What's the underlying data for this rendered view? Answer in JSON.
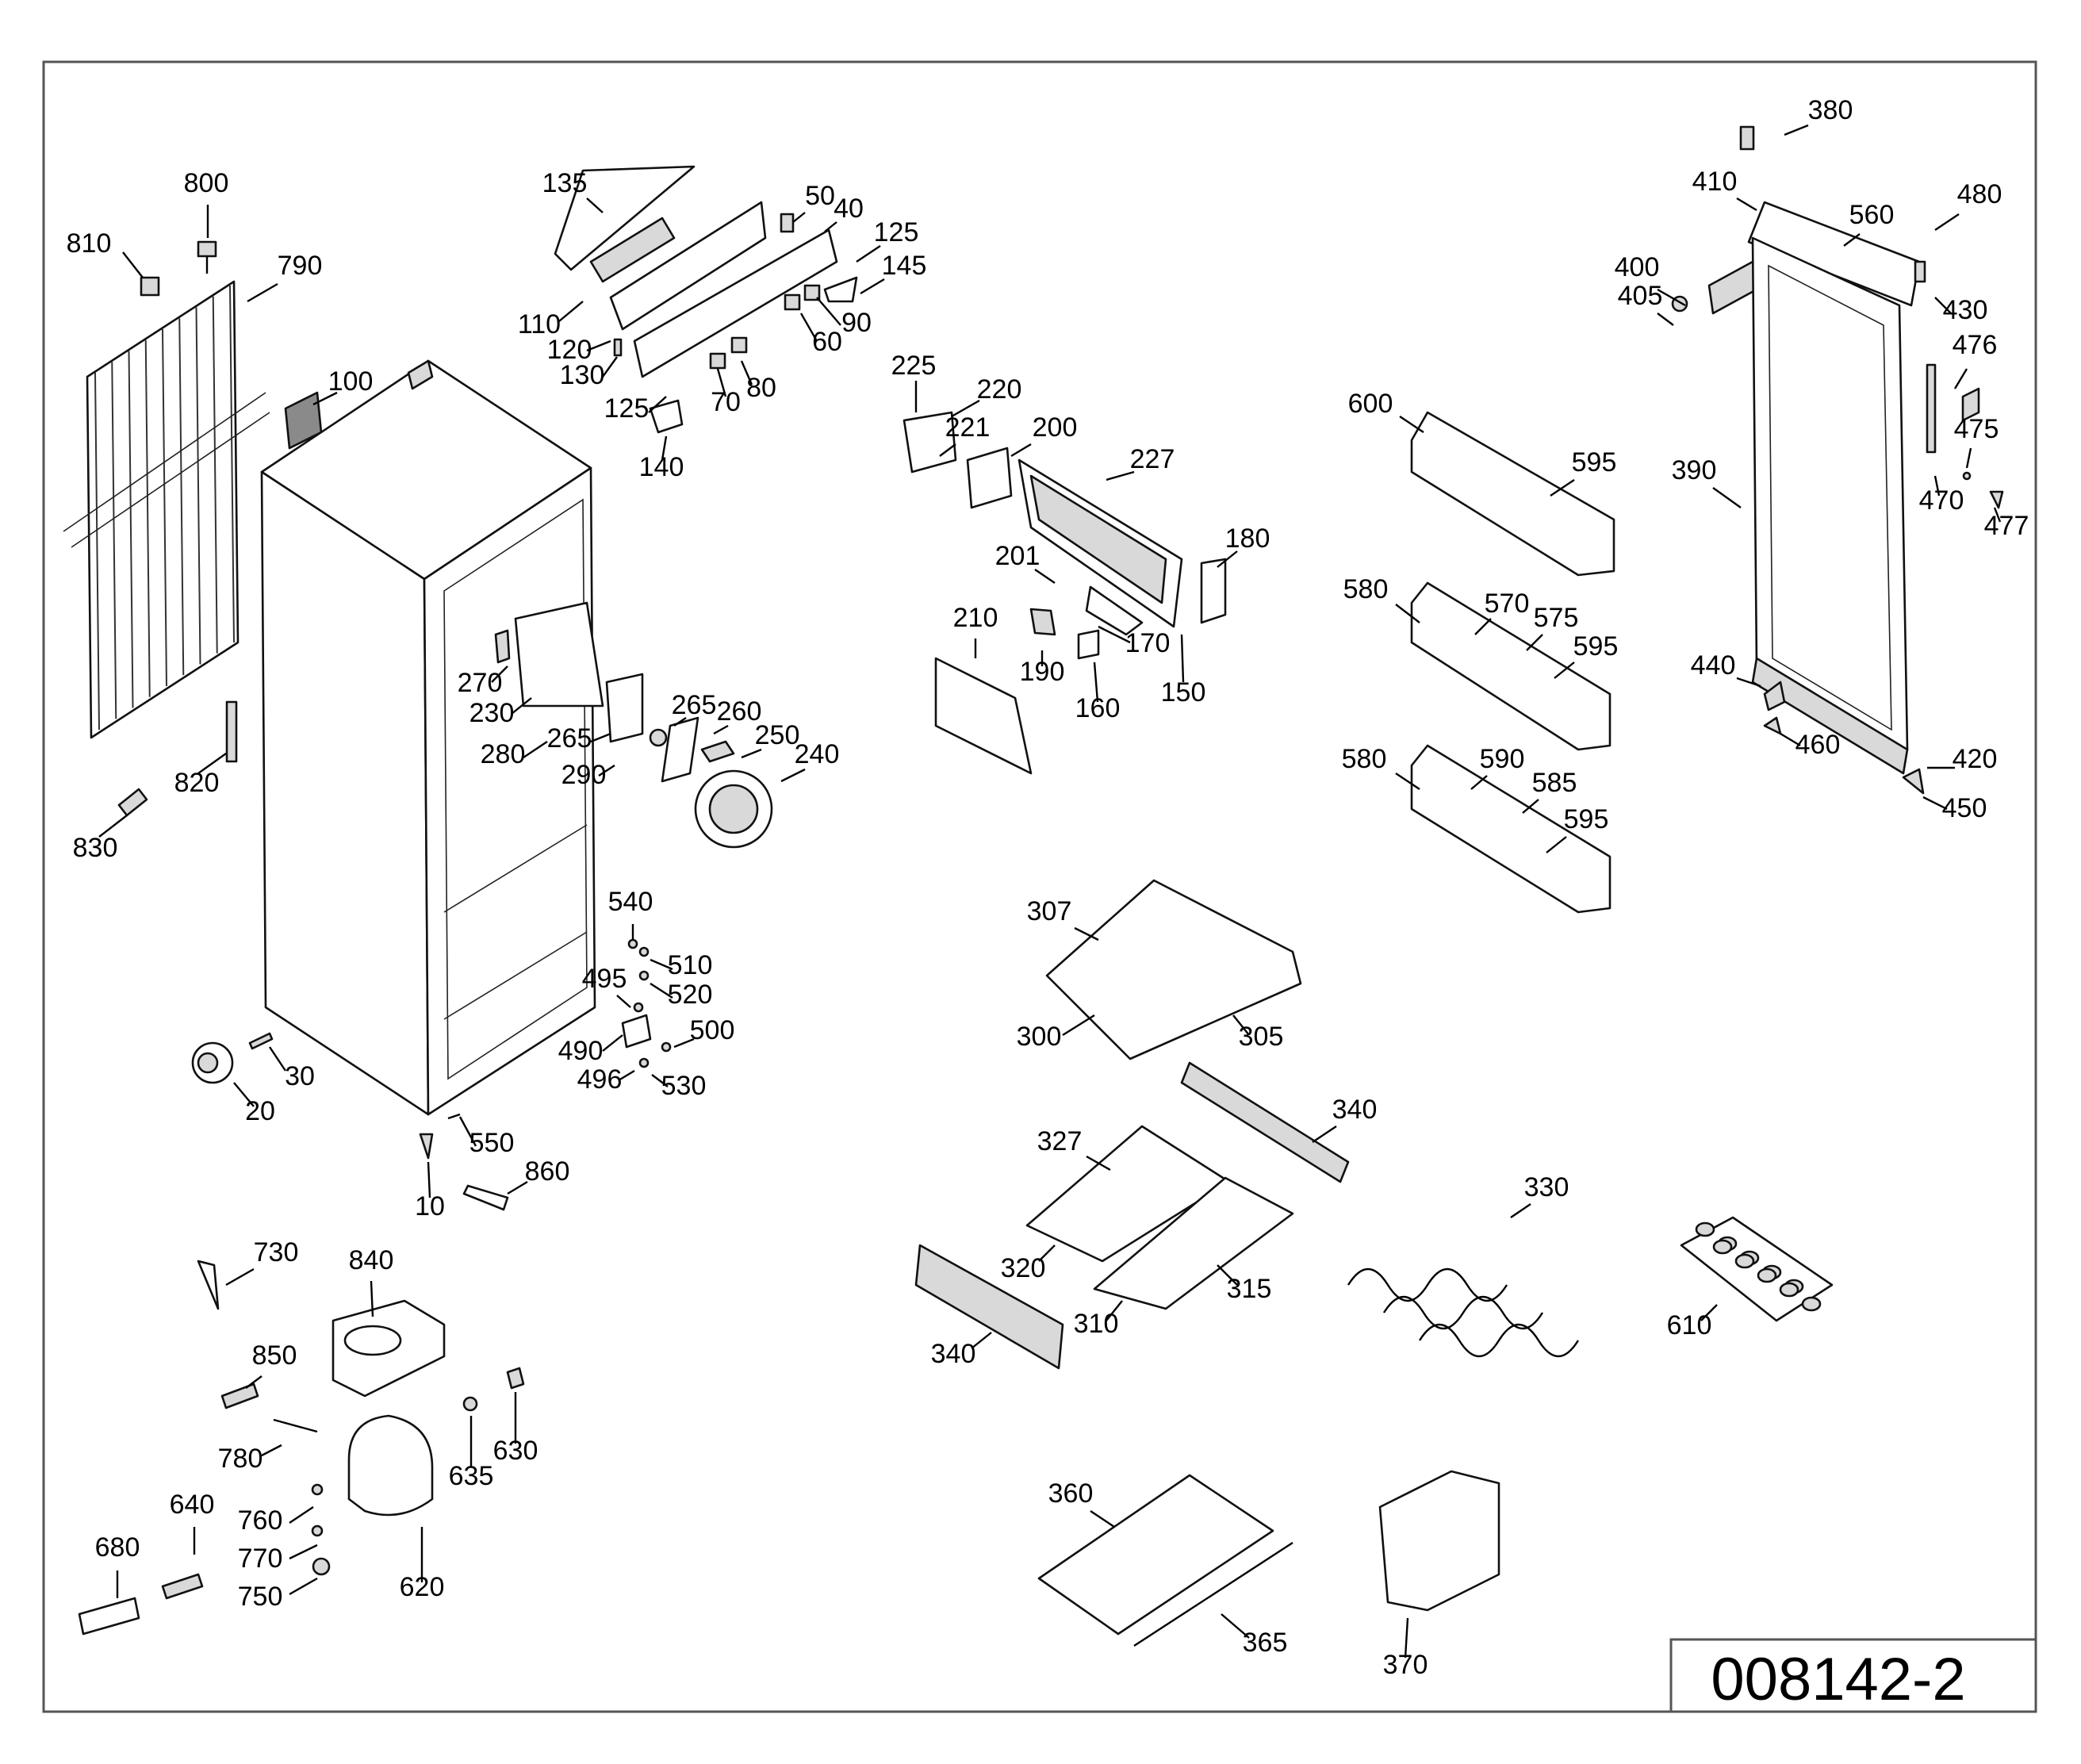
{
  "drawing_number": "008142-2",
  "parts": [
    {
      "id": "p800",
      "label": "800"
    },
    {
      "id": "p810",
      "label": "810"
    },
    {
      "id": "p790",
      "label": "790"
    },
    {
      "id": "p100",
      "label": "100"
    },
    {
      "id": "p820",
      "label": "820"
    },
    {
      "id": "p830",
      "label": "830"
    },
    {
      "id": "p135",
      "label": "135"
    },
    {
      "id": "p50",
      "label": "50"
    },
    {
      "id": "p40",
      "label": "40"
    },
    {
      "id": "p125a",
      "label": "125"
    },
    {
      "id": "p145",
      "label": "145"
    },
    {
      "id": "p110",
      "label": "110"
    },
    {
      "id": "p90",
      "label": "90"
    },
    {
      "id": "p120",
      "label": "120"
    },
    {
      "id": "p60",
      "label": "60"
    },
    {
      "id": "p130",
      "label": "130"
    },
    {
      "id": "p80",
      "label": "80"
    },
    {
      "id": "p70",
      "label": "70"
    },
    {
      "id": "p125b",
      "label": "125"
    },
    {
      "id": "p140",
      "label": "140"
    },
    {
      "id": "p225",
      "label": "225"
    },
    {
      "id": "p220",
      "label": "220"
    },
    {
      "id": "p221",
      "label": "221"
    },
    {
      "id": "p200",
      "label": "200"
    },
    {
      "id": "p227",
      "label": "227"
    },
    {
      "id": "p180",
      "label": "180"
    },
    {
      "id": "p201",
      "label": "201"
    },
    {
      "id": "p210",
      "label": "210"
    },
    {
      "id": "p170",
      "label": "170"
    },
    {
      "id": "p190",
      "label": "190"
    },
    {
      "id": "p150",
      "label": "150"
    },
    {
      "id": "p160",
      "label": "160"
    },
    {
      "id": "p270",
      "label": "270"
    },
    {
      "id": "p230",
      "label": "230"
    },
    {
      "id": "p265a",
      "label": "265"
    },
    {
      "id": "p260",
      "label": "260"
    },
    {
      "id": "p265b",
      "label": "265"
    },
    {
      "id": "p250",
      "label": "250"
    },
    {
      "id": "p280",
      "label": "280"
    },
    {
      "id": "p240",
      "label": "240"
    },
    {
      "id": "p290",
      "label": "290"
    },
    {
      "id": "p540",
      "label": "540"
    },
    {
      "id": "p510",
      "label": "510"
    },
    {
      "id": "p495",
      "label": "495"
    },
    {
      "id": "p520",
      "label": "520"
    },
    {
      "id": "p500",
      "label": "500"
    },
    {
      "id": "p490",
      "label": "490"
    },
    {
      "id": "p496",
      "label": "496"
    },
    {
      "id": "p530",
      "label": "530"
    },
    {
      "id": "p30",
      "label": "30"
    },
    {
      "id": "p20",
      "label": "20"
    },
    {
      "id": "p550",
      "label": "550"
    },
    {
      "id": "p860",
      "label": "860"
    },
    {
      "id": "p10",
      "label": "10"
    },
    {
      "id": "p730",
      "label": "730"
    },
    {
      "id": "p840",
      "label": "840"
    },
    {
      "id": "p850",
      "label": "850"
    },
    {
      "id": "p630",
      "label": "630"
    },
    {
      "id": "p780",
      "label": "780"
    },
    {
      "id": "p635",
      "label": "635"
    },
    {
      "id": "p640",
      "label": "640"
    },
    {
      "id": "p760",
      "label": "760"
    },
    {
      "id": "p680",
      "label": "680"
    },
    {
      "id": "p770",
      "label": "770"
    },
    {
      "id": "p750",
      "label": "750"
    },
    {
      "id": "p620",
      "label": "620"
    },
    {
      "id": "p600",
      "label": "600"
    },
    {
      "id": "p595a",
      "label": "595"
    },
    {
      "id": "p580a",
      "label": "580"
    },
    {
      "id": "p570",
      "label": "570"
    },
    {
      "id": "p575",
      "label": "575"
    },
    {
      "id": "p595b",
      "label": "595"
    },
    {
      "id": "p580b",
      "label": "580"
    },
    {
      "id": "p590",
      "label": "590"
    },
    {
      "id": "p585",
      "label": "585"
    },
    {
      "id": "p595c",
      "label": "595"
    },
    {
      "id": "p307",
      "label": "307"
    },
    {
      "id": "p300",
      "label": "300"
    },
    {
      "id": "p305",
      "label": "305"
    },
    {
      "id": "p340a",
      "label": "340"
    },
    {
      "id": "p327",
      "label": "327"
    },
    {
      "id": "p330",
      "label": "330"
    },
    {
      "id": "p320",
      "label": "320"
    },
    {
      "id": "p315",
      "label": "315"
    },
    {
      "id": "p310",
      "label": "310"
    },
    {
      "id": "p340b",
      "label": "340"
    },
    {
      "id": "p610",
      "label": "610"
    },
    {
      "id": "p360",
      "label": "360"
    },
    {
      "id": "p365",
      "label": "365"
    },
    {
      "id": "p370",
      "label": "370"
    },
    {
      "id": "p380",
      "label": "380"
    },
    {
      "id": "p410",
      "label": "410"
    },
    {
      "id": "p480",
      "label": "480"
    },
    {
      "id": "p560",
      "label": "560"
    },
    {
      "id": "p400",
      "label": "400"
    },
    {
      "id": "p430",
      "label": "430"
    },
    {
      "id": "p405",
      "label": "405"
    },
    {
      "id": "p476",
      "label": "476"
    },
    {
      "id": "p475",
      "label": "475"
    },
    {
      "id": "p390",
      "label": "390"
    },
    {
      "id": "p470",
      "label": "470"
    },
    {
      "id": "p477",
      "label": "477"
    },
    {
      "id": "p440",
      "label": "440"
    },
    {
      "id": "p460",
      "label": "460"
    },
    {
      "id": "p420",
      "label": "420"
    },
    {
      "id": "p450",
      "label": "450"
    }
  ]
}
